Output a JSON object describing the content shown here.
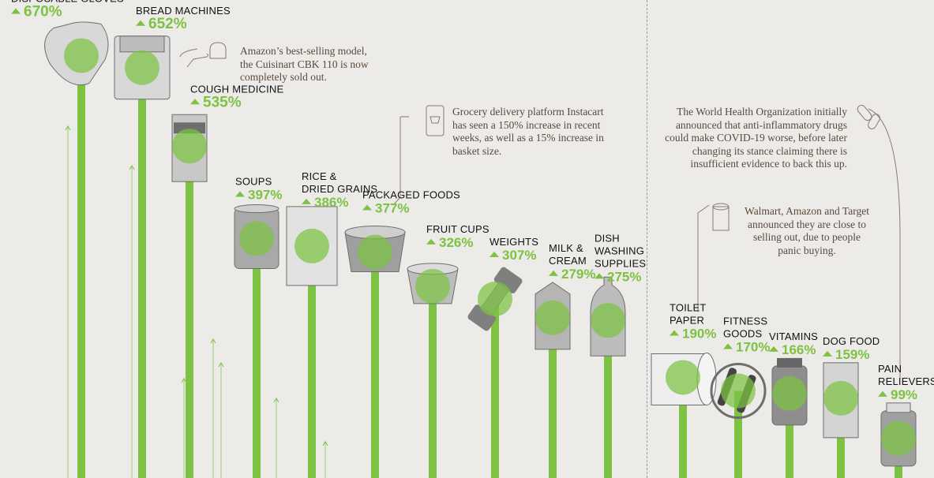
{
  "chart_data": {
    "type": "bar",
    "title": "",
    "xlabel": "",
    "ylabel": "",
    "unit": "%",
    "categories": [
      [
        "DISPOSABLE GLOVES"
      ],
      [
        "BREAD MACHINES"
      ],
      [
        "COUGH MEDICINE"
      ],
      [
        "SOUPS"
      ],
      [
        "RICE &",
        "DRIED GRAINS"
      ],
      [
        "PACKAGED FOODS"
      ],
      [
        "FRUIT CUPS"
      ],
      [
        "WEIGHTS"
      ],
      [
        "MILK &",
        "CREAM"
      ],
      [
        "DISH",
        "WASHING",
        "SUPPLIES"
      ],
      [
        "TOILET",
        "PAPER"
      ],
      [
        "FITNESS",
        "GOODS"
      ],
      [
        "VITAMINS"
      ],
      [
        "DOG FOOD"
      ],
      [
        "PAIN",
        "RELIEVERS"
      ]
    ],
    "values": [
      670,
      652,
      535,
      397,
      386,
      377,
      326,
      307,
      279,
      275,
      190,
      170,
      166,
      159,
      99
    ],
    "value_labels": [
      "670%",
      "652%",
      "535%",
      "397%",
      "386%",
      "377%",
      "326%",
      "307%",
      "279%",
      "275%",
      "190%",
      "170%",
      "166%",
      "159%",
      "99%"
    ],
    "icons": [
      "gloves-icon",
      "bread-machine-icon",
      "cough-syrup-icon",
      "soup-can-icon",
      "rice-bag-icon",
      "noodle-cup-icon",
      "fruit-cup-icon",
      "dumbbell-icon",
      "milk-carton-icon",
      "dish-soap-icon",
      "toilet-paper-roll-icon",
      "jump-rope-icon",
      "vitamin-bottle-icon",
      "dog-food-bag-icon",
      "pain-reliever-bottle-icon"
    ],
    "colors": {
      "bar": "#7dc242",
      "accent_text": "#7dc242",
      "note_text": "#5a4a3c",
      "background": "#ecebe8"
    }
  },
  "notes": [
    {
      "icon": "bread-icon",
      "lines": [
        "Amazon’s best-selling model,",
        "the Cuisinart CBK 110 is now",
        "completely sold out."
      ]
    },
    {
      "icon": "phone-cart-icon",
      "lines": [
        "Grocery delivery platform Instacart",
        "has seen a 150% increase in recent",
        "weeks, as well as a 15% increase in",
        "basket size."
      ]
    },
    {
      "icon": "pills-icon",
      "lines": [
        "The World Health Organization initially",
        "announced that anti-inflammatory drugs",
        "could make COVID-19 worse, before later",
        "changing its stance claiming there is",
        "insufficient evidence to back this up."
      ]
    },
    {
      "icon": "toilet-roll-icon",
      "lines": [
        "Walmart, Amazon and Target",
        "announced they are close to",
        "selling out, due to people",
        "panic buying."
      ]
    }
  ]
}
